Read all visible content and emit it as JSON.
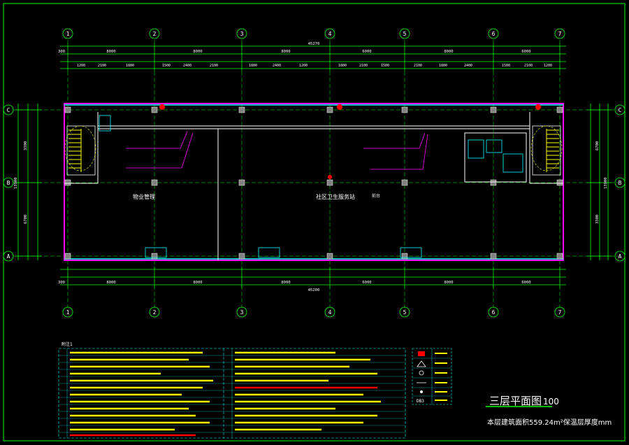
{
  "drawing": {
    "title": "三层平面图",
    "scale": "100",
    "area_note": "本层建筑面积559.24m²保温层厚度mm"
  },
  "axes": {
    "columns": [
      "1",
      "2",
      "3",
      "4",
      "5",
      "6",
      "7"
    ],
    "rows": [
      "C",
      "B",
      "A"
    ]
  },
  "dimensions": {
    "overall_top": "45270",
    "overall_bottom": "45200",
    "bays": [
      "8000",
      "8000",
      "8000",
      "6000",
      "8000",
      "6000"
    ],
    "side_left": [
      "3300",
      "6700"
    ],
    "side_right": [
      "6700",
      "3300"
    ],
    "side_total": "13900",
    "edge_small": "300"
  },
  "rooms": {
    "left": "物业管理",
    "center": "社区卫生服务站",
    "center_small": "前台"
  },
  "notes_header": "附注1",
  "legend_label": "DB3"
}
